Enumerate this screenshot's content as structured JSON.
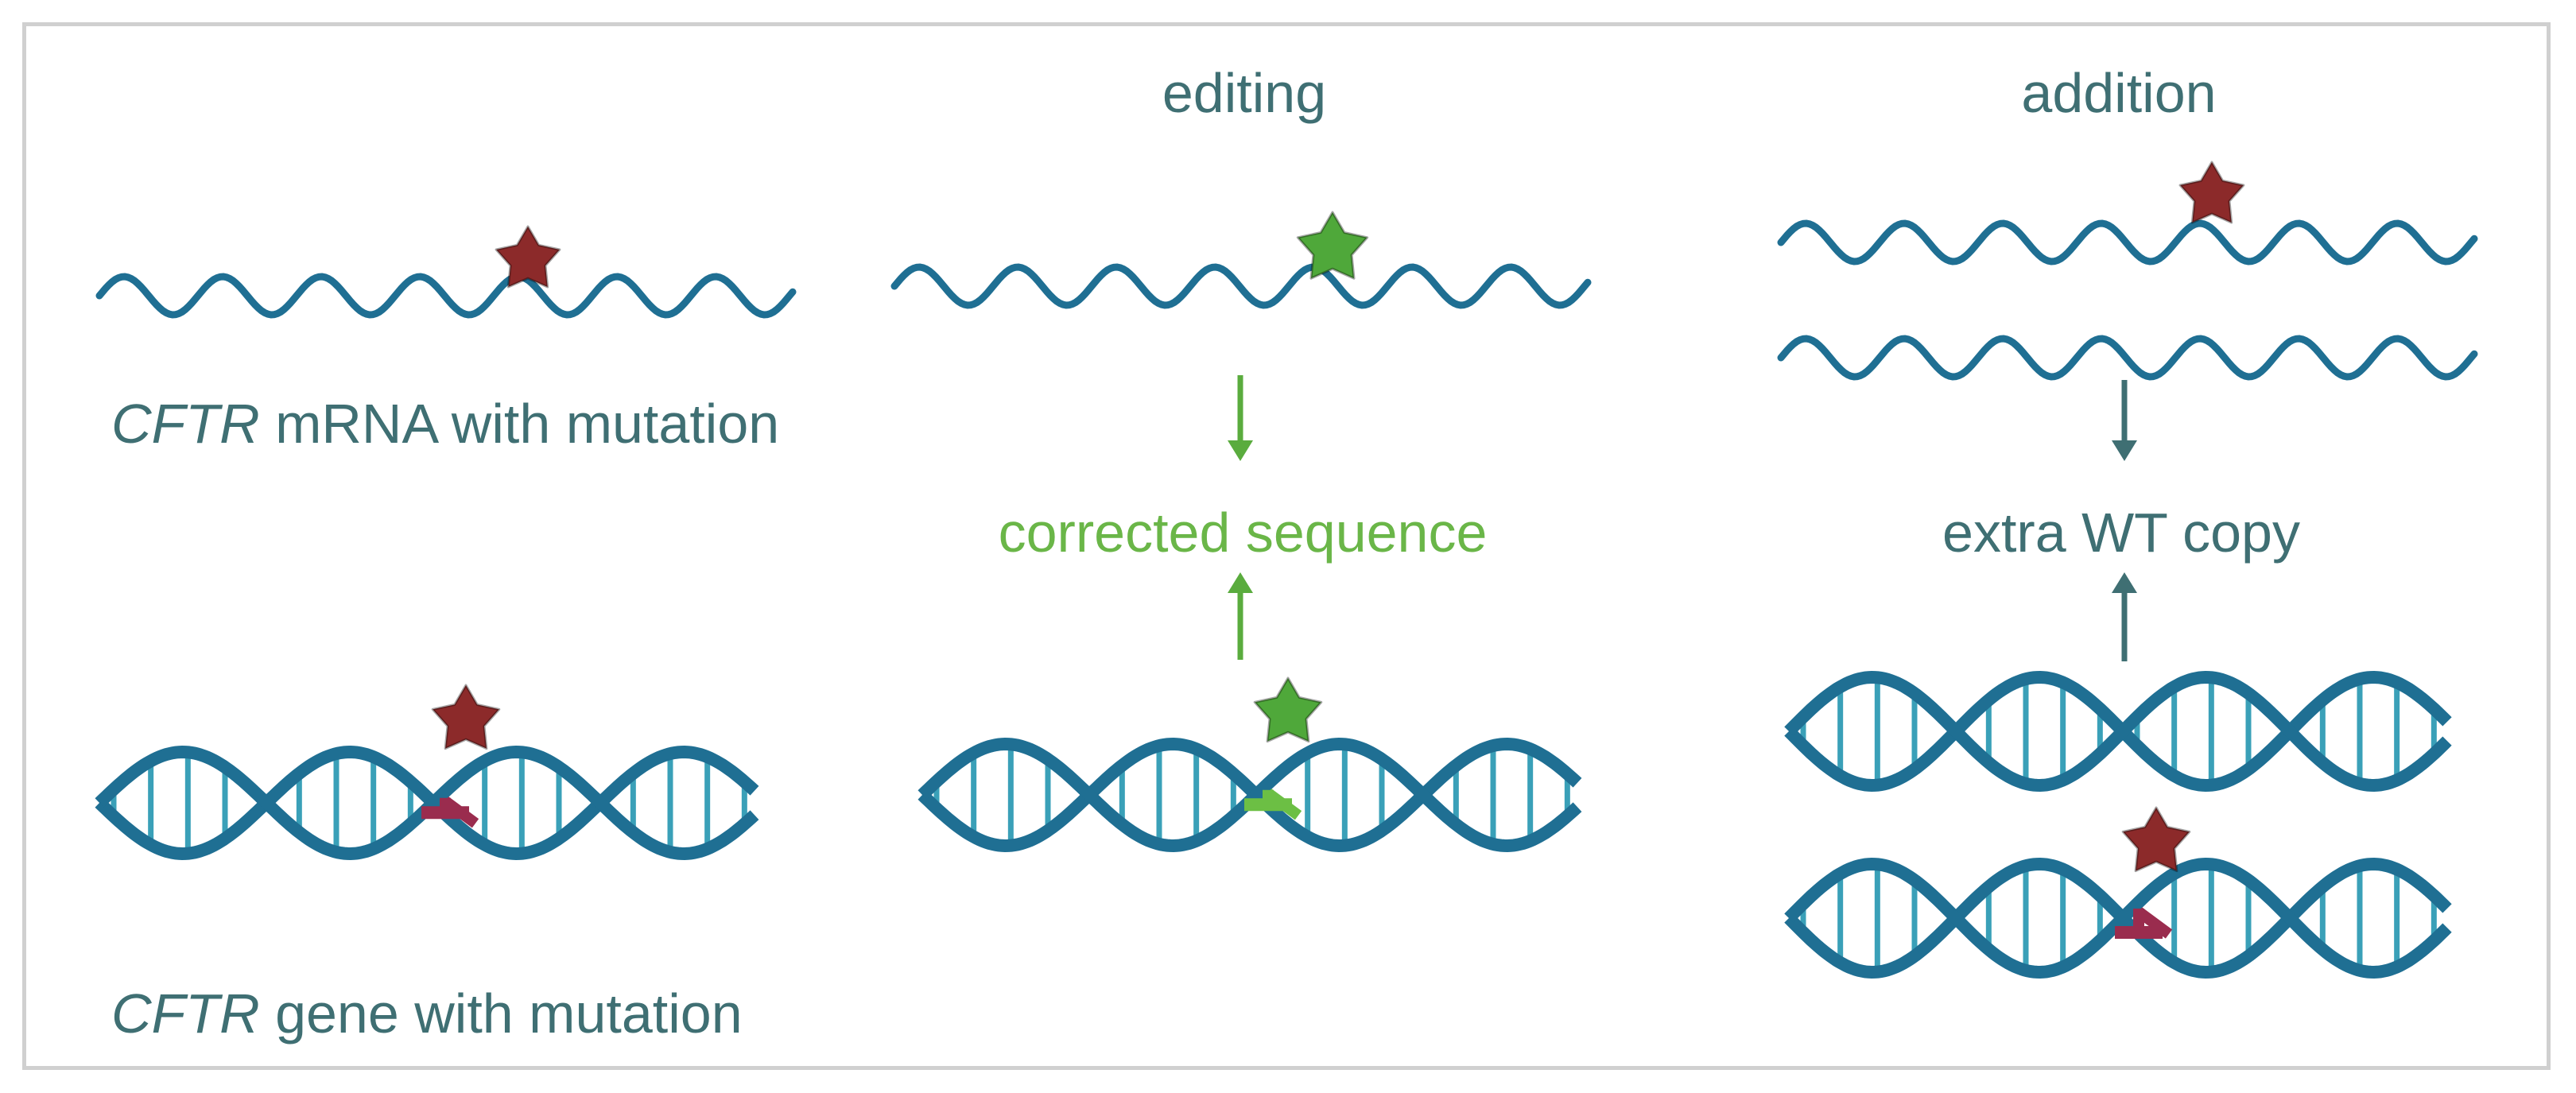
{
  "labels": {
    "editing": "editing",
    "addition": "addition",
    "mrna_gene_italic": "CFTR",
    "mrna_rest": " mRNA with mutation",
    "gene_italic": "CFTR",
    "gene_rest": " gene with mutation",
    "corrected": "corrected sequence",
    "extra": "extra WT copy"
  },
  "colors": {
    "strand": "#1f6f93",
    "rung": "#3aa0b8",
    "mutation": "#8c2a2a",
    "mutation_base": "#9a2c4e",
    "corrected": "#4fa83a",
    "corrected_base": "#6cbf44",
    "text_teal": "#3f6f73",
    "text_green": "#6ab648",
    "arrow_teal": "#3f6f73",
    "arrow_green": "#5aac3e"
  },
  "icons": {
    "mutation_marker": "star-icon",
    "corrected_marker": "star-icon",
    "arrow": "arrow-icon"
  }
}
